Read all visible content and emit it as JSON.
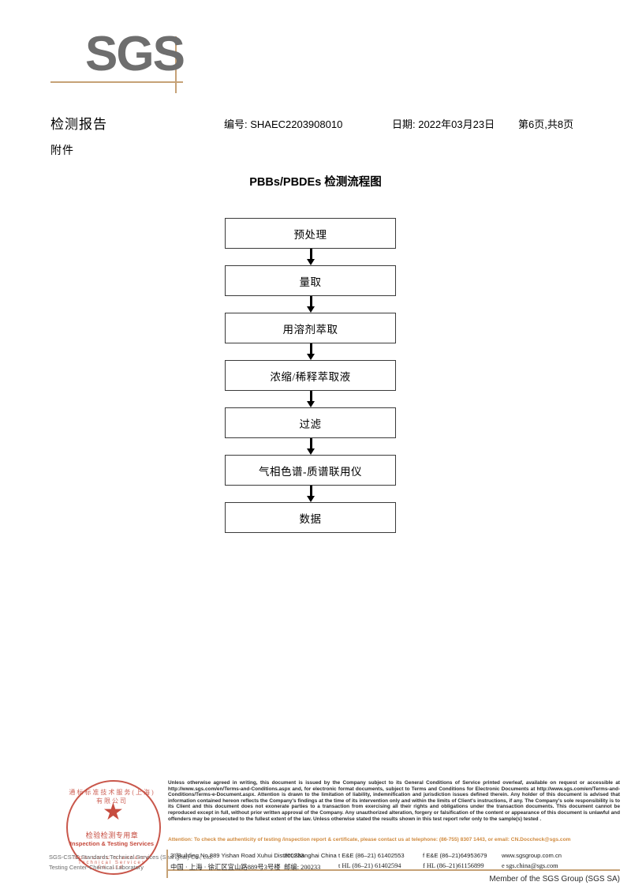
{
  "logo": {
    "wordmark": "SGS"
  },
  "header": {
    "doc_title": "检测报告",
    "attachment_label": "附件",
    "report_no": "编号: SHAEC2203908010",
    "report_date": "日期: 2022年03月23日",
    "page_indicator": "第6页,共8页"
  },
  "flowchart": {
    "title": "PBBs/PBDEs 检测流程图",
    "steps": [
      {
        "label": "预处理"
      },
      {
        "label": "量取"
      },
      {
        "label": "用溶剂萃取"
      },
      {
        "label": "浓缩/稀释萃取液"
      },
      {
        "label": "过滤"
      },
      {
        "label": "气相色谱-质谱联用仪"
      },
      {
        "label": "数据"
      }
    ]
  },
  "stamp": {
    "arc_top": "通标标准技术服务(上海)有限公司",
    "arc_bottom": "SGS-CSTC Standards Technical Services Co.,Ltd.",
    "center_cn": "检验检测专用章",
    "center_en": "Inspection & Testing Services",
    "star": "★",
    "company_line1": "SGS-CSTC Standards Technical Services (Shanghai) Co., Ltd.",
    "company_line2": "Testing Center-Chemical Laboratory"
  },
  "footer": {
    "terms": "Unless otherwise agreed in writing, this document is issued by the Company subject to its General Conditions of Service printed overleaf, available on request or accessible at http://www.sgs.com/en/Terms-and-Conditions.aspx and, for electronic format documents, subject to Terms and Conditions for Electronic Documents at http://www.sgs.com/en/Terms-and-Conditions/Terms-e-Document.aspx. Attention is drawn to the limitation of liability, indemnification and jurisdiction issues defined therein. Any holder of this document is advised that information contained hereon reflects the Company's findings at the time of its intervention only and within the limits of Client's instructions, if any. The Company's sole responsibility is to its Client and this document does not exonerate parties to a transaction from exercising all their rights and obligations under the transaction documents. This document cannot be reproduced except in full, without prior written approval of the Company. Any unauthorized alteration, forgery or falsification of the content or appearance of this document is unlawful and offenders may be prosecuted to the fullest extent of the law. Unless otherwise stated the results shown in this test report refer only to the sample(s) tested .",
    "attention": "Attention: To check the authenticity of testing /inspection report & certificate, please contact us at telephone: (86-755) 8307 1443, or email: CN.Doccheck@sgs.com",
    "address_en": "3ʳᵈBuilding,No.889 Yishan Road Xuhui District,Shanghai China",
    "postcode_en": "200233",
    "tel_en": "t E&E (86–21) 61402553",
    "fax_en": "f E&E (86–21)64953679",
    "web_en": "www.sgsgroup.com.cn",
    "address_cn": "中国 · 上海 · 徐汇区宜山路889号3号楼",
    "postcode_cn": "邮编: 200233",
    "tel_cn": "t HL (86–21) 61402594",
    "fax_cn": "f HL (86–21)61156899",
    "web_cn": "e sgs.china@sgs.com",
    "member_line": "Member of the SGS Group (SGS SA)"
  },
  "colors": {
    "accent_tan": "#c6a277",
    "logo_gray": "#6e6e6e",
    "attention_orange": "#d08a3e",
    "stamp_red": "#c0392b"
  }
}
